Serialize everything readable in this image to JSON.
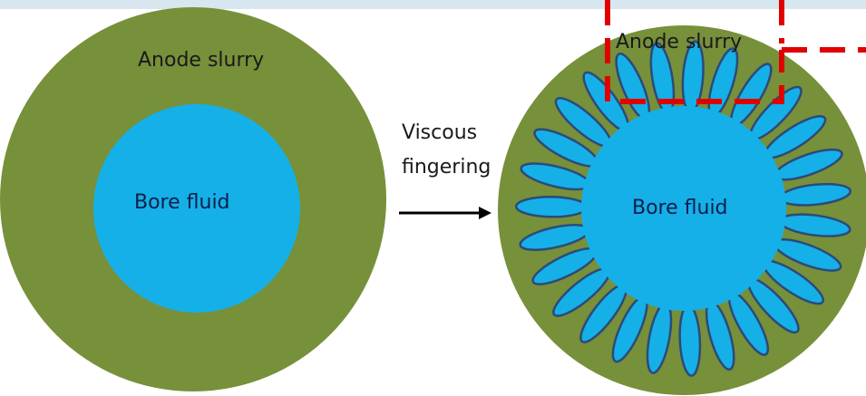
{
  "diagram": {
    "left": {
      "outer_label": "Anode slurry",
      "inner_label": "Bore fluid"
    },
    "transition": {
      "line1": "Viscous",
      "line2": "fingering"
    },
    "right": {
      "outer_label": "Anode slurry",
      "inner_label": "Bore fluid"
    }
  },
  "colors": {
    "slurry": "#77903a",
    "bore_fluid": "#15b0e8",
    "finger_outline": "#2c4a7a",
    "highlight_box": "#e00000",
    "text": "#1a1a1a"
  },
  "icons": [
    "arrow-right-icon"
  ]
}
